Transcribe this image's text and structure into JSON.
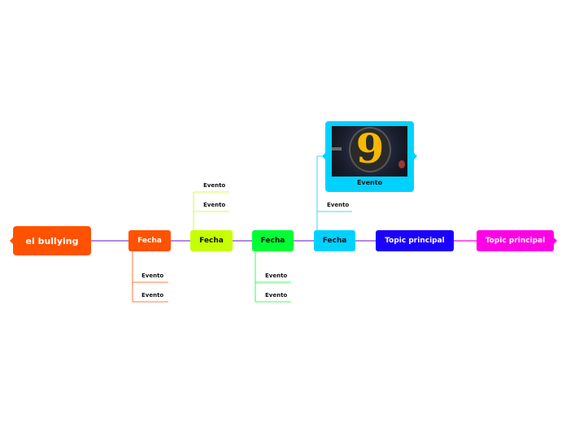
{
  "central": {
    "label": "el bullying",
    "color": "#ff5200"
  },
  "dates": [
    {
      "id": "fecha-1",
      "label": "Fecha",
      "color": "#ff5200"
    },
    {
      "id": "fecha-2",
      "label": "Fecha",
      "color": "#c6ff00"
    },
    {
      "id": "fecha-3",
      "label": "Fecha",
      "color": "#00ff33"
    },
    {
      "id": "fecha-4",
      "label": "Fecha",
      "color": "#00d2ff"
    }
  ],
  "topics": [
    {
      "id": "topic-1",
      "label": "Topic principal",
      "color": "#1a00ff"
    },
    {
      "id": "topic-2",
      "label": "Topic principal",
      "color": "#ff00e6"
    }
  ],
  "events": {
    "fecha1": [
      "Evento",
      "Evento"
    ],
    "fecha2": [
      "Evento",
      "Evento"
    ],
    "fecha3": [
      "Evento",
      "Evento"
    ],
    "fecha4_small": "Evento",
    "fecha4_image": {
      "label": "Evento",
      "image_content": "9",
      "image_icon": "number-nine-sign-icon"
    }
  },
  "line_color": "#8a3fd6"
}
